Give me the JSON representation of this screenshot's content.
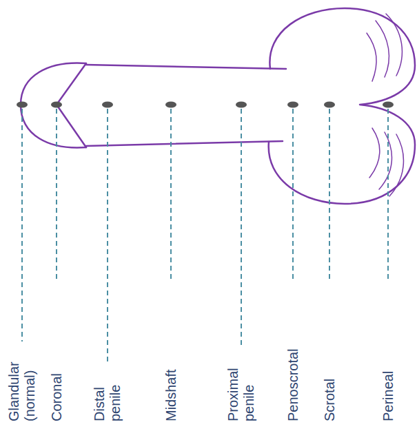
{
  "diagram": {
    "labels": [
      "Glandular (normal)",
      "Coronal",
      "Distal penile",
      "Midshaft",
      "Proximal penile",
      "Penoscrotal",
      "Scrotal",
      "Perineal"
    ]
  }
}
